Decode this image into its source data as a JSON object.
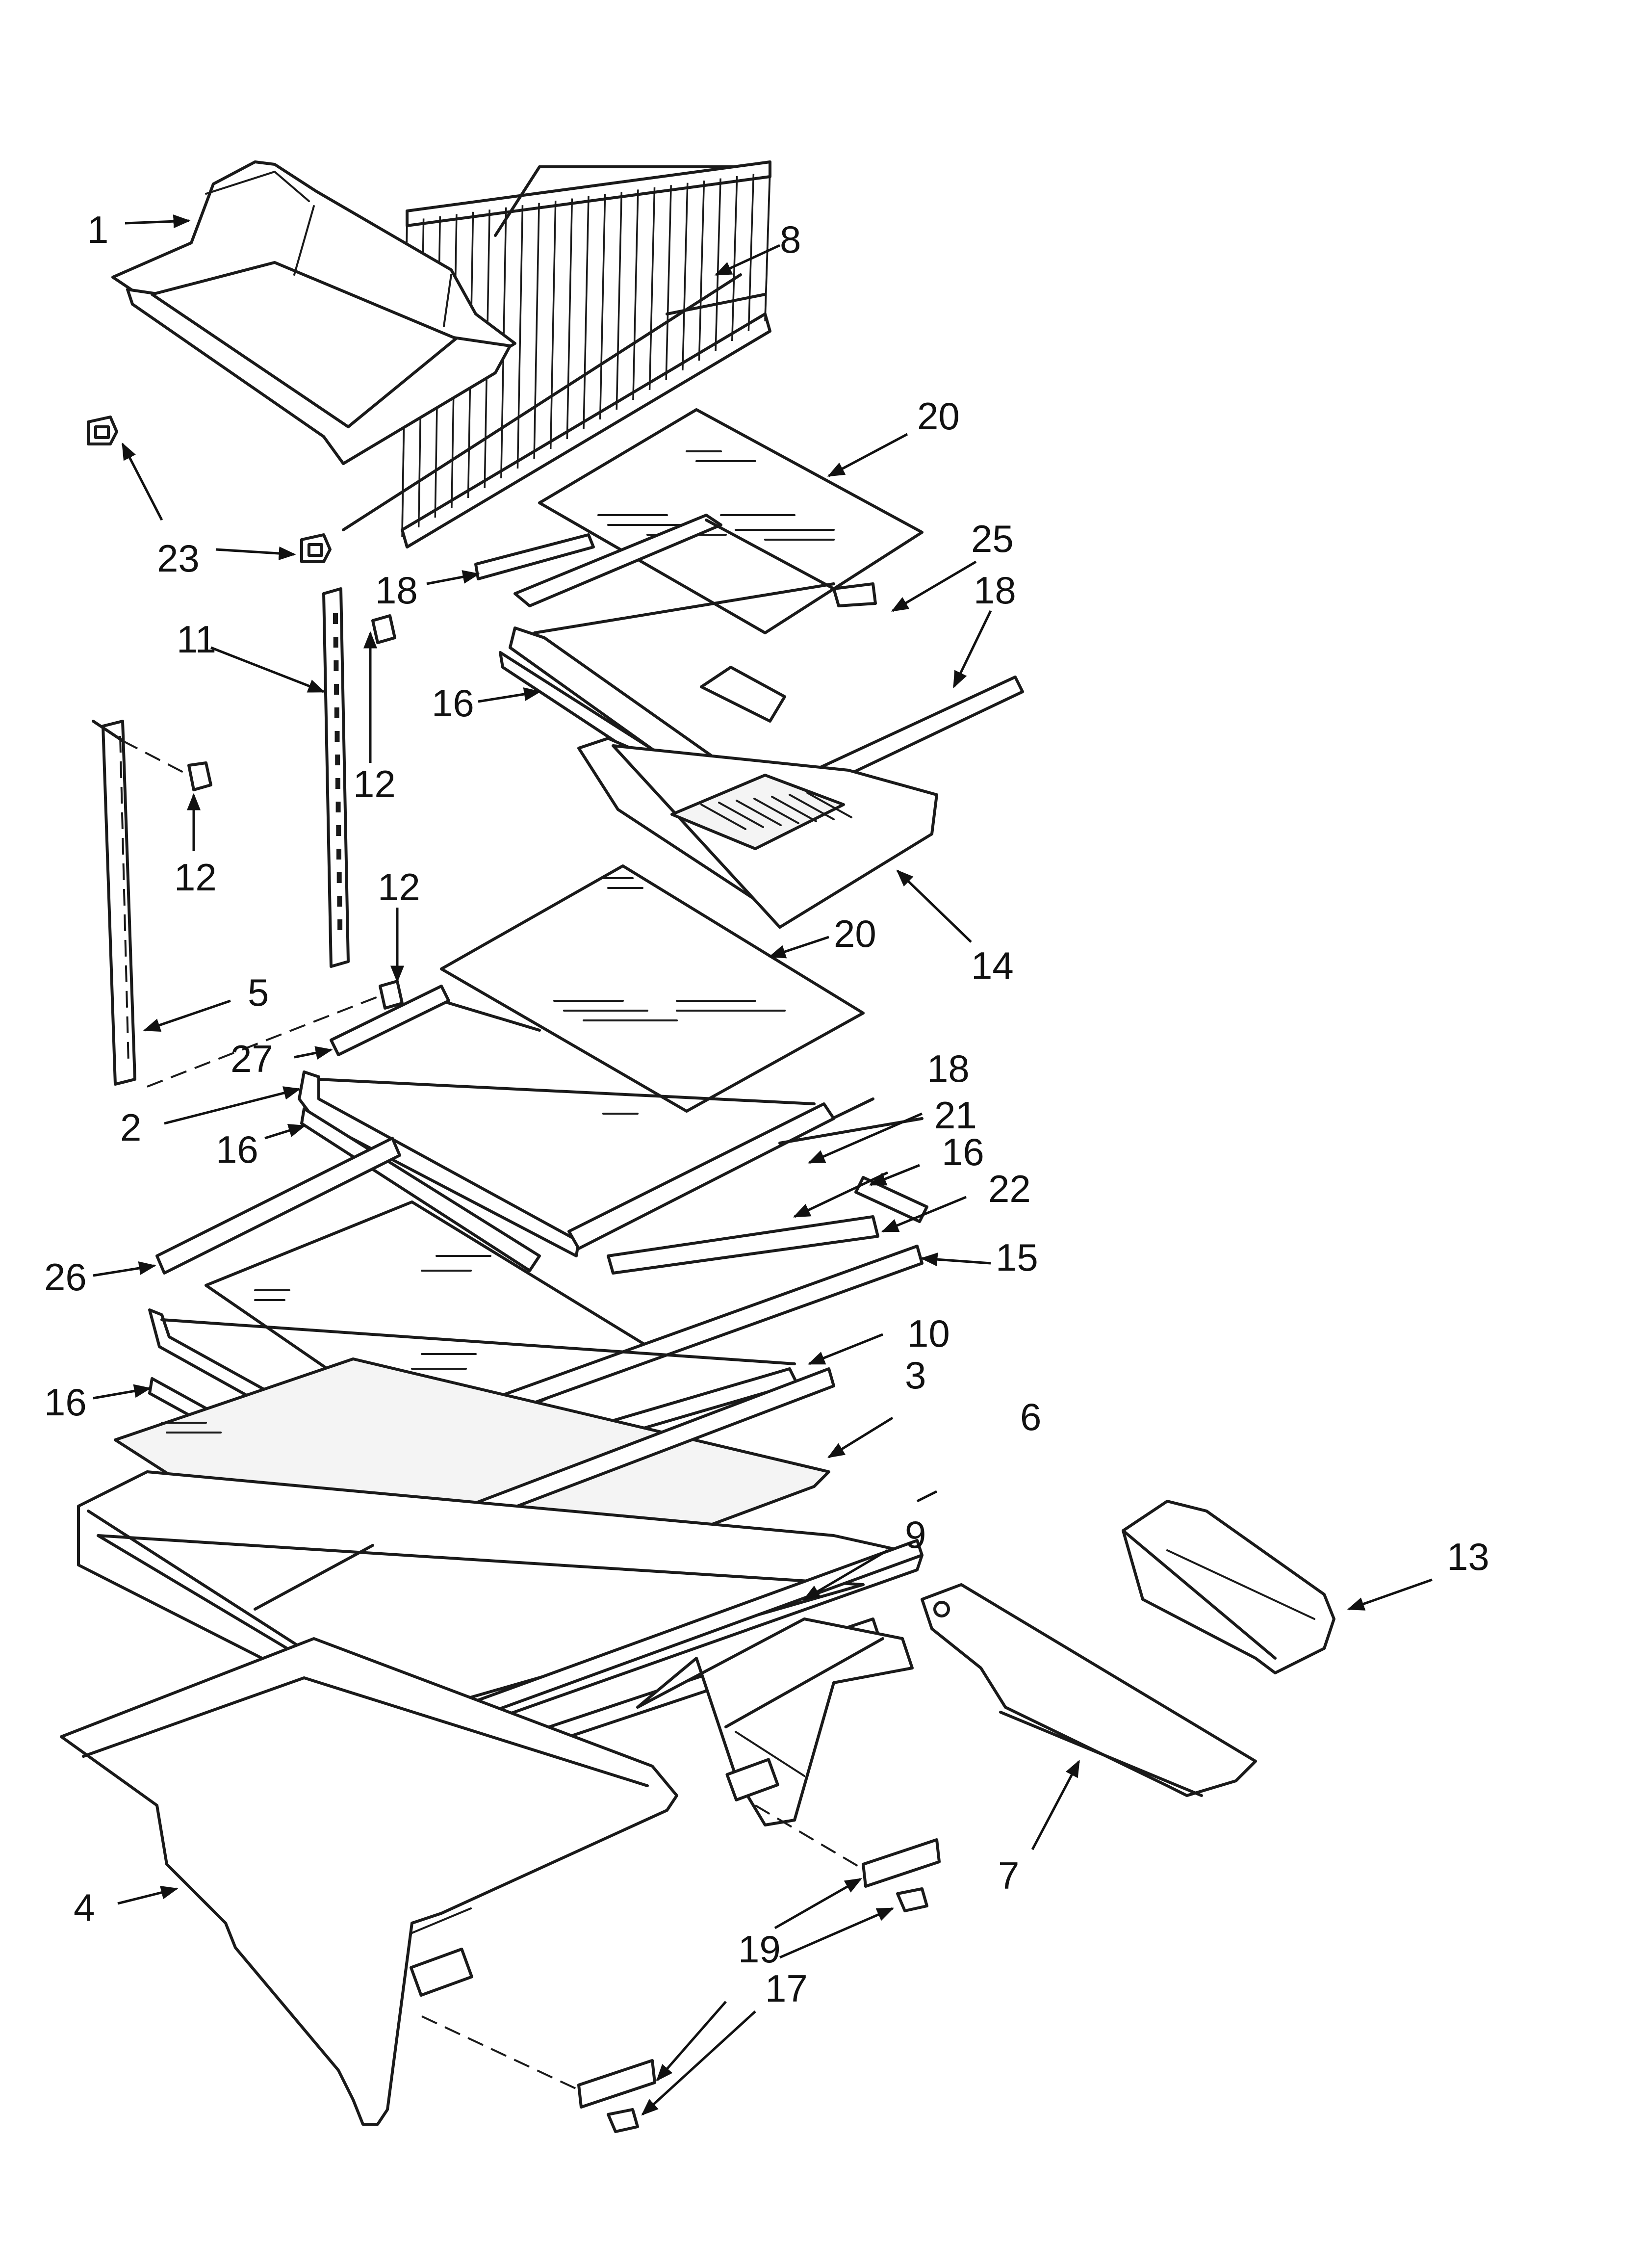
{
  "diagram": {
    "colors": {
      "ink": "#111111",
      "paper": "#ffffff"
    },
    "callouts": [
      {
        "id": "c-1-a",
        "text": "1"
      },
      {
        "id": "c-8",
        "text": "8"
      },
      {
        "id": "c-20-a",
        "text": "20"
      },
      {
        "id": "c-25",
        "text": "25"
      },
      {
        "id": "c-23",
        "text": "23"
      },
      {
        "id": "c-18-a",
        "text": "18"
      },
      {
        "id": "c-18-b",
        "text": "18"
      },
      {
        "id": "c-11",
        "text": "11"
      },
      {
        "id": "c-16-a",
        "text": "16"
      },
      {
        "id": "c-12-a",
        "text": "12"
      },
      {
        "id": "c-12-b",
        "text": "12"
      },
      {
        "id": "c-12-c",
        "text": "12"
      },
      {
        "id": "c-14",
        "text": "14"
      },
      {
        "id": "c-20-b",
        "text": "20"
      },
      {
        "id": "c-5",
        "text": "5"
      },
      {
        "id": "c-27",
        "text": "27"
      },
      {
        "id": "c-2",
        "text": "2"
      },
      {
        "id": "c-18-c",
        "text": "18"
      },
      {
        "id": "c-21",
        "text": "21"
      },
      {
        "id": "c-16-b",
        "text": "16"
      },
      {
        "id": "c-16-c",
        "text": "16"
      },
      {
        "id": "c-22",
        "text": "22"
      },
      {
        "id": "c-26",
        "text": "26"
      },
      {
        "id": "c-15",
        "text": "15"
      },
      {
        "id": "c-10",
        "text": "10"
      },
      {
        "id": "c-3",
        "text": "3"
      },
      {
        "id": "c-16-d",
        "text": "16"
      },
      {
        "id": "c-6",
        "text": "6"
      },
      {
        "id": "c-13",
        "text": "13"
      },
      {
        "id": "c-9",
        "text": "9"
      },
      {
        "id": "c-4",
        "text": "4"
      },
      {
        "id": "c-7",
        "text": "7"
      },
      {
        "id": "c-19",
        "text": "19"
      },
      {
        "id": "c-17",
        "text": "17"
      }
    ]
  }
}
